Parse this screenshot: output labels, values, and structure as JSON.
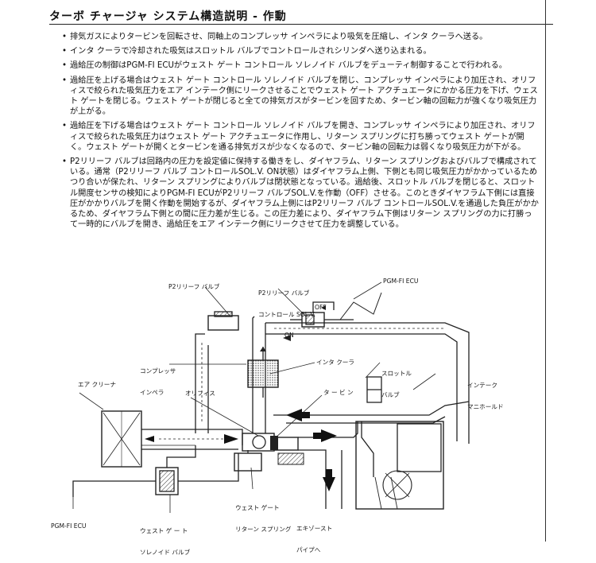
{
  "title": "ターボ チャージャ システム構造説明 - 作動",
  "bullets": [
    "排気ガスによりタービンを回転させ、同軸上のコンプレッサ インペラにより吸気を圧縮し、インタ クーラへ送る。",
    "インタ クーラで冷却された吸気はスロットル バルブでコントロールされシリンダへ送り込まれる。",
    "過給圧の制御はPGM-FI ECUがウェスト ゲート コントロール ソレノイド バルブをデューティ制御することで行われる。",
    "過給圧を上げる場合はウェスト ゲート コントロール ソレノイド バルブを閉じ、コンプレッサ インペラにより加圧され、オリフィスで絞られた吸気圧力をエア インテーク側にリークさせることでウェスト ゲート アクチュエータにかかる圧力を下げ、ウェスト ゲートを閉じる。ウェスト ゲートが閉じると全ての排気ガスがタービンを回すため、タービン軸の回転力が強くなり吸気圧力が上がる。",
    "過給圧を下げる場合はウェスト ゲート コントロール ソレノイド バルブを開き、コンプレッサ インペラにより加圧され、オリフィスで絞られた吸気圧力はウェスト ゲート アクチュエータに作用し、リターン スプリングに打ち勝ってウェスト ゲートが開く。ウェスト ゲートが開くとタービンを通る排気ガスが少なくなるので、タービン軸の回転力は弱くなり吸気圧力が下がる。",
    "P2リリーフ バルブは回路内の圧力を設定値に保持する働きをし、ダイヤフラム、リターン スプリングおよびバルブで構成されている。通常（P2リリーフ バルブ コントロールSOL.V. ON状態）はダイヤフラム上側、下側とも同じ吸気圧力がかかっているためつり合いが保たれ、リターン スプリングによりバルブは閉状態となっている。過給後、スロットル バルブを閉じると、スロットル開度センサの検知によりPGM-FI ECUがP2リリーフ バルブSOL.V.を作動（OFF）させる。このときダイヤフラム下側には直接圧がかかりバルブを開く作動を開始するが、ダイヤフラム上側にはP2リリーフ バルブ コントロールSOL.V.を通過した負圧がかかるため、ダイヤフラム下側との間に圧力差が生じる。この圧力差により、ダイヤフラム下側はリターン スプリングの力に打勝って一時的にバルブを開き、過給圧をエア インテーク側にリークさせて圧力を調整している。"
  ],
  "labels": {
    "p2_valve": "P2リリーフ バルブ",
    "p2_control_1": "P2リリーフ バルブ",
    "p2_control_2": "コントロール SOL.V.",
    "ecu_top": "PGM-FI ECU",
    "off": "OFF",
    "on": "ON",
    "compressor_1": "コンプレッサ",
    "compressor_2": "インペラ",
    "intercooler": "インタ クーラ",
    "throttle_1": "スロットル",
    "throttle_2": "バルブ",
    "intake_1": "インテーク",
    "intake_2": "マニホールド",
    "air_cleaner": "エア クリーナ",
    "orifice": "オリフィス",
    "turbine": "タ ー ビ ン",
    "wg_sol_1": "ウェスト ゲ ー ト",
    "wg_sol_2": "ソレノイド バルブ",
    "wg_spring_1": "ウェスト ゲート",
    "wg_spring_2": "リターン スプリング",
    "exhaust_1": "エキゾースト",
    "exhaust_2": "パイプへ",
    "ecu_bottom": "PGM-FI ECU"
  }
}
